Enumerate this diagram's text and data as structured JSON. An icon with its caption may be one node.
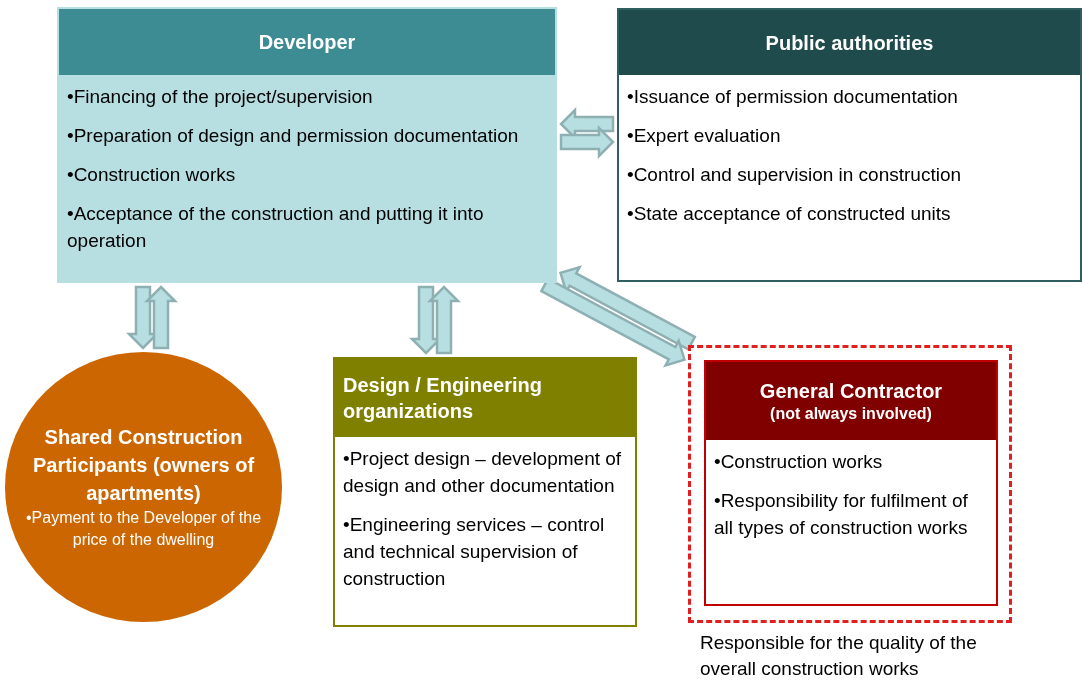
{
  "diagram": {
    "nodes": [
      {
        "text": [
          "Developer",
          "•Financing of the project/supervision",
          "•Preparation of design and permission documentation",
          "•Construction works",
          "•Acceptance of the construction and putting it into operation"
        ]
      },
      {
        "text": [
          "Public authorities",
          "•Issuance of permission documentation",
          "•Expert evaluation",
          "•Control and supervision in construction",
          "•State acceptance of constructed units"
        ]
      },
      {
        "text": [
          "Shared Construction Participants (owners of apartments)",
          "•Payment to the Developer of the price of the dwelling"
        ]
      },
      {
        "text": [
          "Design / Engineering organizations",
          "•Project design – development of design and other documentation",
          "•Engineering services – control and technical supervision of construction"
        ]
      },
      {
        "text": [],
        "shape": "box",
        "beside": [
          "Responsible for the quality of the overall construction works"
        ]
      },
      {
        "text": [
          "General Contractor",
          "(not always involved)",
          "•Construction works",
          "•Responsibility for fulfilment of all types of construction works"
        ],
        "in": 4
      }
    ],
    "edges": [
      {
        "from": 1,
        "to": 0,
        "arrow": "to",
        "style": "thick"
      },
      {
        "from": 0,
        "to": 1,
        "arrow": "to",
        "style": "thick"
      },
      {
        "from": 0,
        "to": 2,
        "arrow": "to",
        "style": "thick"
      },
      {
        "from": 2,
        "to": 0,
        "arrow": "to",
        "style": "thick"
      },
      {
        "from": 0,
        "to": 3,
        "arrow": "to",
        "style": "thick"
      },
      {
        "from": 3,
        "to": 0,
        "arrow": "to",
        "style": "thick"
      },
      {
        "from": 4,
        "to": 0,
        "arrow": "to",
        "style": "thick"
      },
      {
        "from": 0,
        "to": 4,
        "arrow": "to",
        "style": "thick"
      }
    ]
  }
}
